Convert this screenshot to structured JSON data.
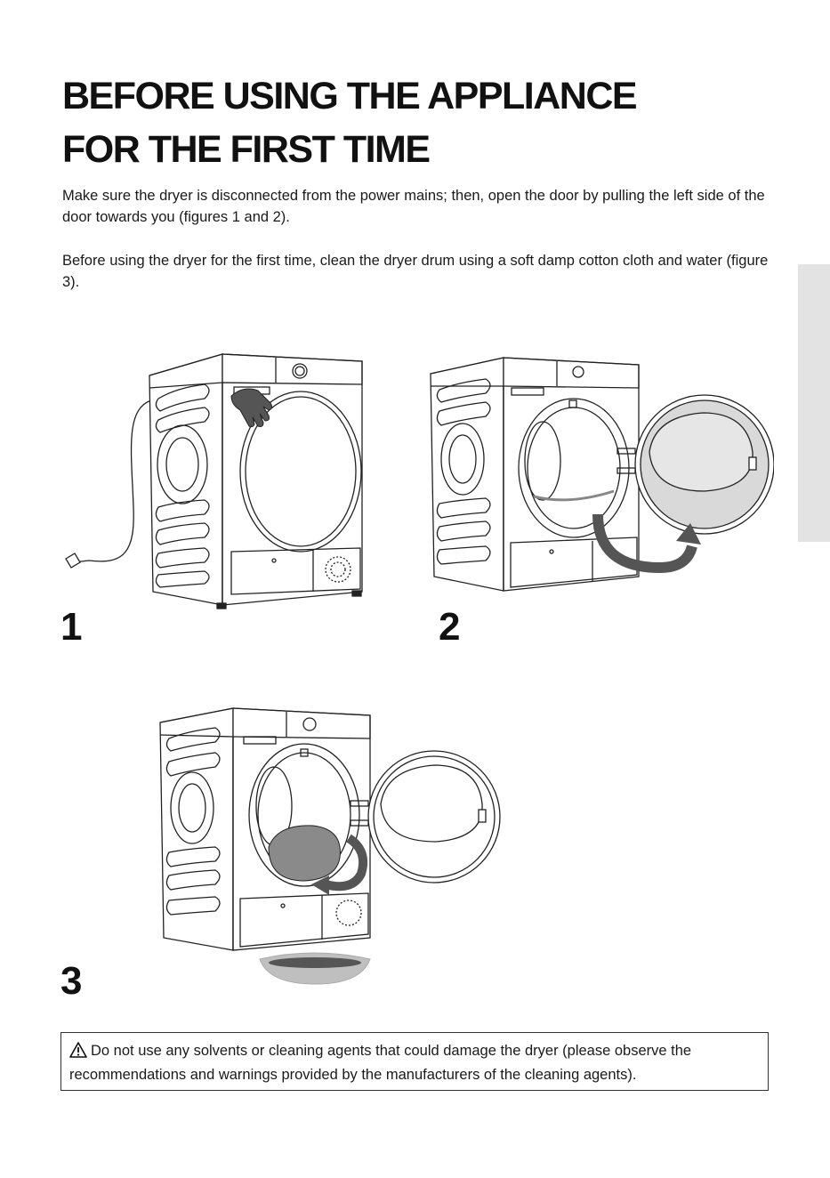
{
  "title_line1": "BEFORE USING THE APPLIANCE",
  "title_line2": "FOR THE FIRST TIME",
  "paragraph1": "Make sure the dryer is disconnected from the power mains; then, open the door by pulling the left side of the door towards you (figures 1 and 2).",
  "paragraph2": "Before using the dryer for the first time, clean the dryer drum using a soft damp cotton cloth and water (figure 3).",
  "figures": [
    {
      "number": "1",
      "illustration": "dryer-door-closed-hand"
    },
    {
      "number": "2",
      "illustration": "dryer-door-opening"
    },
    {
      "number": "3",
      "illustration": "dryer-drum-cleaning"
    }
  ],
  "warning": {
    "icon": "warning-triangle-icon",
    "text": "Do not use any solvents or cleaning agents that could damage the dryer (please observe the recommendations and warnings provided by the manufacturers of the cleaning agents)."
  },
  "colors": {
    "ink": "#1a1a1a",
    "tab": "#e3e3e3",
    "arrow": "#555555",
    "shade": "#bfbfbf"
  }
}
